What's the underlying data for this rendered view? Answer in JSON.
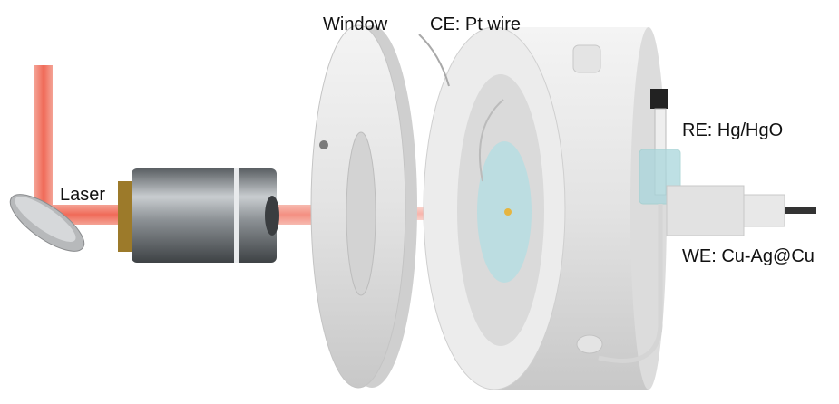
{
  "labels": {
    "window": "Window",
    "counter_electrode": "CE: Pt wire",
    "reference_electrode": "RE: Hg/HgO",
    "laser": "Laser",
    "working_electrode": "WE: Cu-Ag@Cu"
  },
  "colors": {
    "laser": "#f08070",
    "body": "#e6e6e6",
    "lens": "#7d8286",
    "electrolyte": "#a9d6dc"
  }
}
